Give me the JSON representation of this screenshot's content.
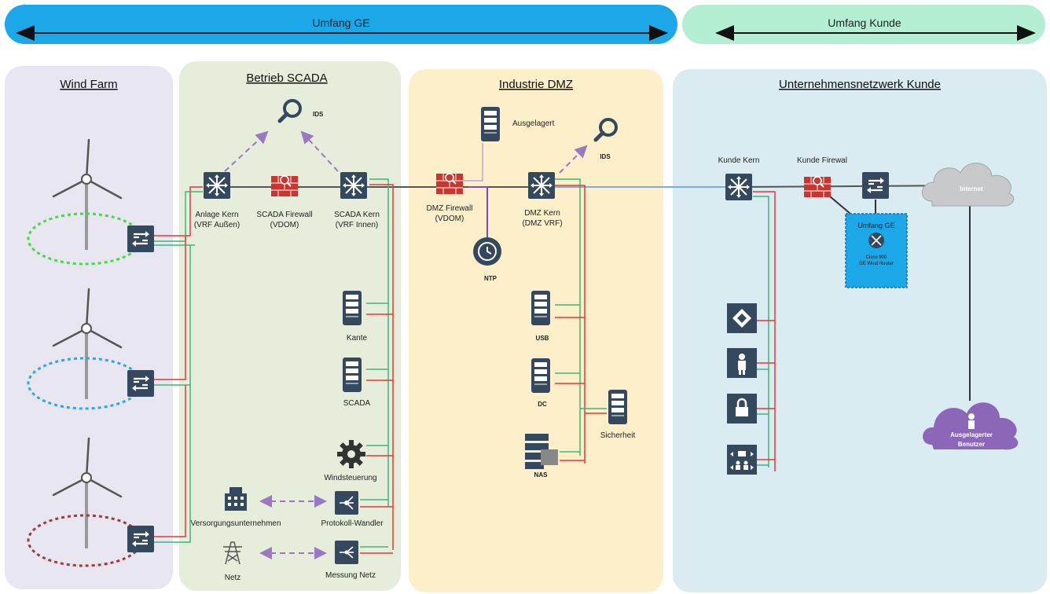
{
  "banner": {
    "left_label": "Umfang GE",
    "right_label": "Umfang Kunde",
    "left_color": "#1ba7e8",
    "right_color": "#b4efd4"
  },
  "zones": {
    "wind_farm": "Wind Farm",
    "scada": "Betrieb SCADA",
    "dmz": "Industrie DMZ",
    "customer": "Unternehmensnetzwerk Kunde"
  },
  "colors": {
    "wind_farm_bg": "#e8e6f1",
    "scada_bg": "#e6edda",
    "dmz_bg": "#fcefc9",
    "customer_bg": "#daebf1",
    "device": "#34495e",
    "firewall": "#c8362f",
    "green_line": "#3cb878",
    "red_line": "#e03a3a",
    "purple_dash": "#9a79c4",
    "purple_line": "#7d4fb5",
    "blue_line": "#7aaed6"
  },
  "scada": {
    "anlage_kern": "Anlage Kern",
    "anlage_kern_sub": "(VRF Außen)",
    "scada_firewall": "SCADA Firewall",
    "scada_firewall_sub": "(VDOM)",
    "scada_kern": "SCADA Kern",
    "scada_kern_sub": "(VRF Innen)",
    "ids": "IDS",
    "kante": "Kante",
    "scada_server": "SCADA",
    "windsteuerung": "Windsteuerung",
    "protokoll_wandler": "Protokoll-Wandler",
    "versorgungsunternehmen": "Versorgungsunternehmen",
    "messung_netz": "Messung Netz",
    "netz": "Netz"
  },
  "dmz": {
    "dmz_firewall": "DMZ Firewall",
    "dmz_firewall_sub": "(VDOM)",
    "dmz_kern": "DMZ Kern",
    "dmz_kern_sub": "(DMZ VRF)",
    "ausgelagert": "Ausgelagert",
    "ids": "IDS",
    "ntp": "NTP",
    "usb": "USB",
    "dc": "DC",
    "nas": "NAS",
    "sicherheit": "Sicherheit"
  },
  "customer": {
    "kunde_kern": "Kunde Kern",
    "kunde_firewall": "Kunde Firewal",
    "internet": "Internet",
    "umfang_ge": "Umfang GE",
    "router_line1": "Cisco 900",
    "router_line2": "GE Wind Router",
    "ausgelagerter_line1": "Ausgelagerter",
    "ausgelagerter_line2": "Benutzer"
  }
}
